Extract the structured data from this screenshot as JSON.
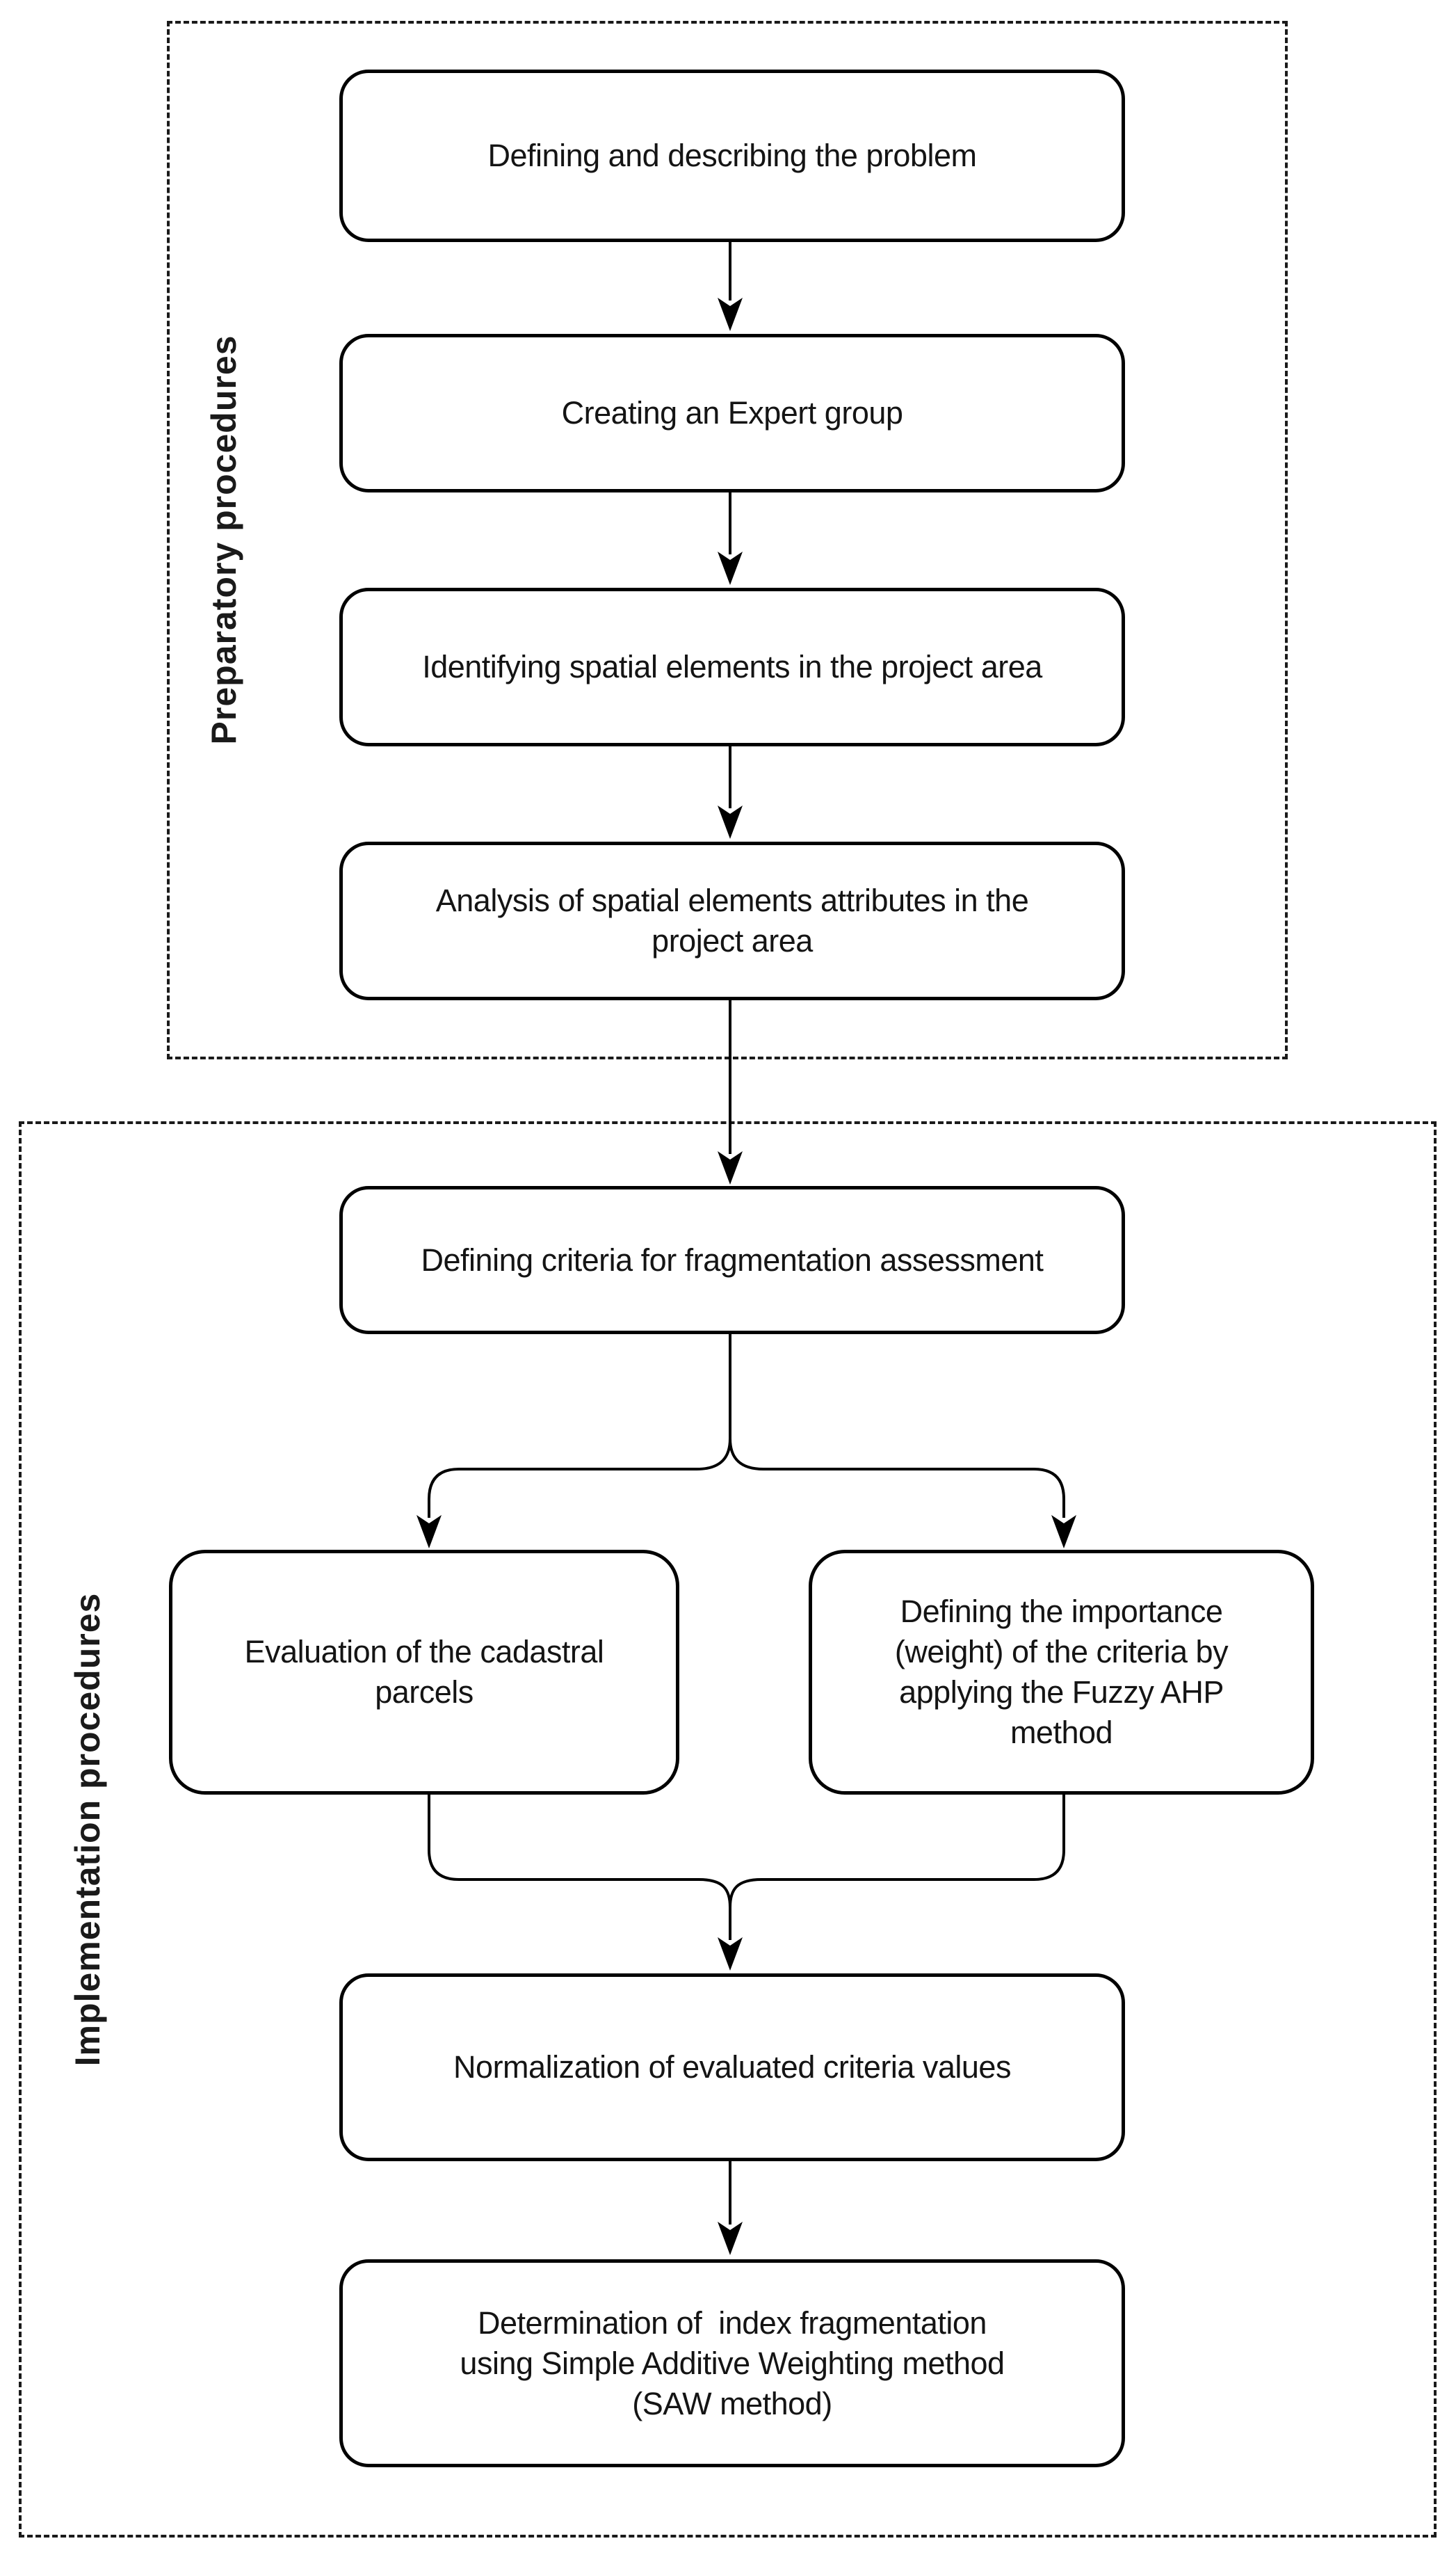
{
  "diagram": {
    "type": "flowchart",
    "colors": {
      "line": "#000000",
      "background": "#ffffff",
      "text": "#141414"
    },
    "sections": {
      "preparatory": {
        "label": "Preparatory procedures"
      },
      "implementation": {
        "label": "Implementation procedures"
      }
    },
    "nodes": {
      "b1": {
        "label": "Defining and describing the problem"
      },
      "b2": {
        "label": "Creating an Expert group"
      },
      "b3": {
        "label": "Identifying spatial elements in the project area"
      },
      "b4": {
        "label": "Analysis of spatial elements attributes in the\nproject area"
      },
      "b5": {
        "label": "Defining criteria for fragmentation assessment"
      },
      "b6": {
        "label": "Evaluation of the cadastral\nparcels"
      },
      "b7": {
        "label": "Defining the importance\n(weight) of the criteria by\napplying the Fuzzy AHP\nmethod"
      },
      "b8": {
        "label": "Normalization of evaluated criteria values"
      },
      "b9": {
        "label": "Determination of  index fragmentation\nusing Simple Additive Weighting method\n(SAW method)"
      }
    },
    "edges": [
      {
        "from": "b1",
        "to": "b2"
      },
      {
        "from": "b2",
        "to": "b3"
      },
      {
        "from": "b3",
        "to": "b4"
      },
      {
        "from": "b4",
        "to": "b5"
      },
      {
        "from": "b5",
        "to": "b6"
      },
      {
        "from": "b5",
        "to": "b7"
      },
      {
        "from": "b6",
        "to": "b8"
      },
      {
        "from": "b7",
        "to": "b8"
      },
      {
        "from": "b8",
        "to": "b9"
      }
    ]
  }
}
